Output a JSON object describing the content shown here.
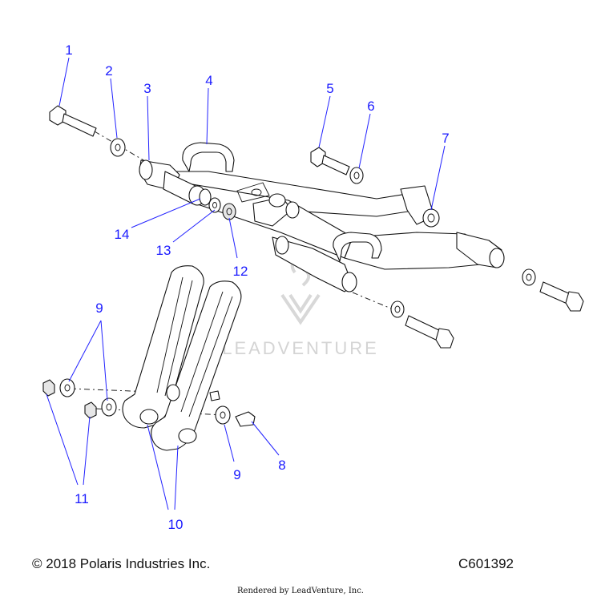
{
  "footer": {
    "copyright": "© 2018 Polaris Industries Inc.",
    "diagram_id": "C601392",
    "rendered_by": "Rendered by LeadVenture, Inc."
  },
  "watermark": {
    "text": "LEADVENTURE"
  },
  "callouts": {
    "c1": "1",
    "c2": "2",
    "c3": "3",
    "c4": "4",
    "c5": "5",
    "c6": "6",
    "c7": "7",
    "c8": "8",
    "c9a": "9",
    "c9b": "9",
    "c10": "10",
    "c11": "11",
    "c12": "12",
    "c13": "13",
    "c14": "14"
  },
  "colors": {
    "callout": "#1a1aff",
    "line": "#111111",
    "watermark": "#d4d4d4"
  }
}
